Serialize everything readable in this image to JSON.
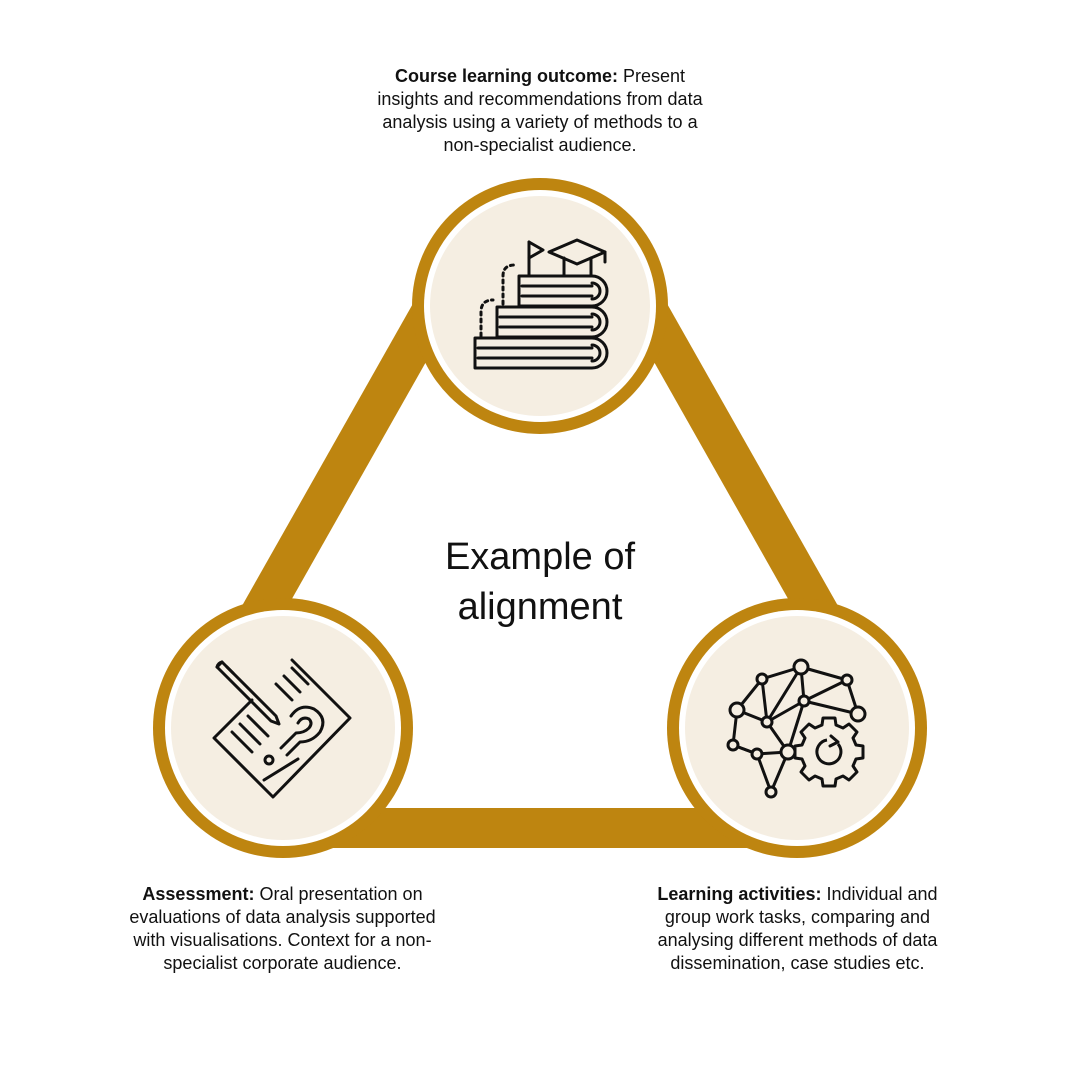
{
  "title": "Example of alignment",
  "colors": {
    "ring": "#BE8510",
    "fill": "#F5EEE2",
    "icon": "#111111",
    "background": "#FFFFFF"
  },
  "nodes": {
    "top": {
      "heading": "Course learning outcome:",
      "text": "Present insights and recommendations from data analysis using a variety of methods to a non-specialist audience.",
      "icon": "books-graduation-cap-icon"
    },
    "left": {
      "heading": "Assessment:",
      "text": "Oral presentation on evaluations of data analysis supported with visualisations. Context for a non-specialist corporate audience.",
      "icon": "question-document-pencil-icon"
    },
    "right": {
      "heading": "Learning activities:",
      "text": "Individual and group work tasks, comparing and analysing different methods of data dissemination, case studies etc.",
      "icon": "brain-network-gear-icon"
    }
  }
}
